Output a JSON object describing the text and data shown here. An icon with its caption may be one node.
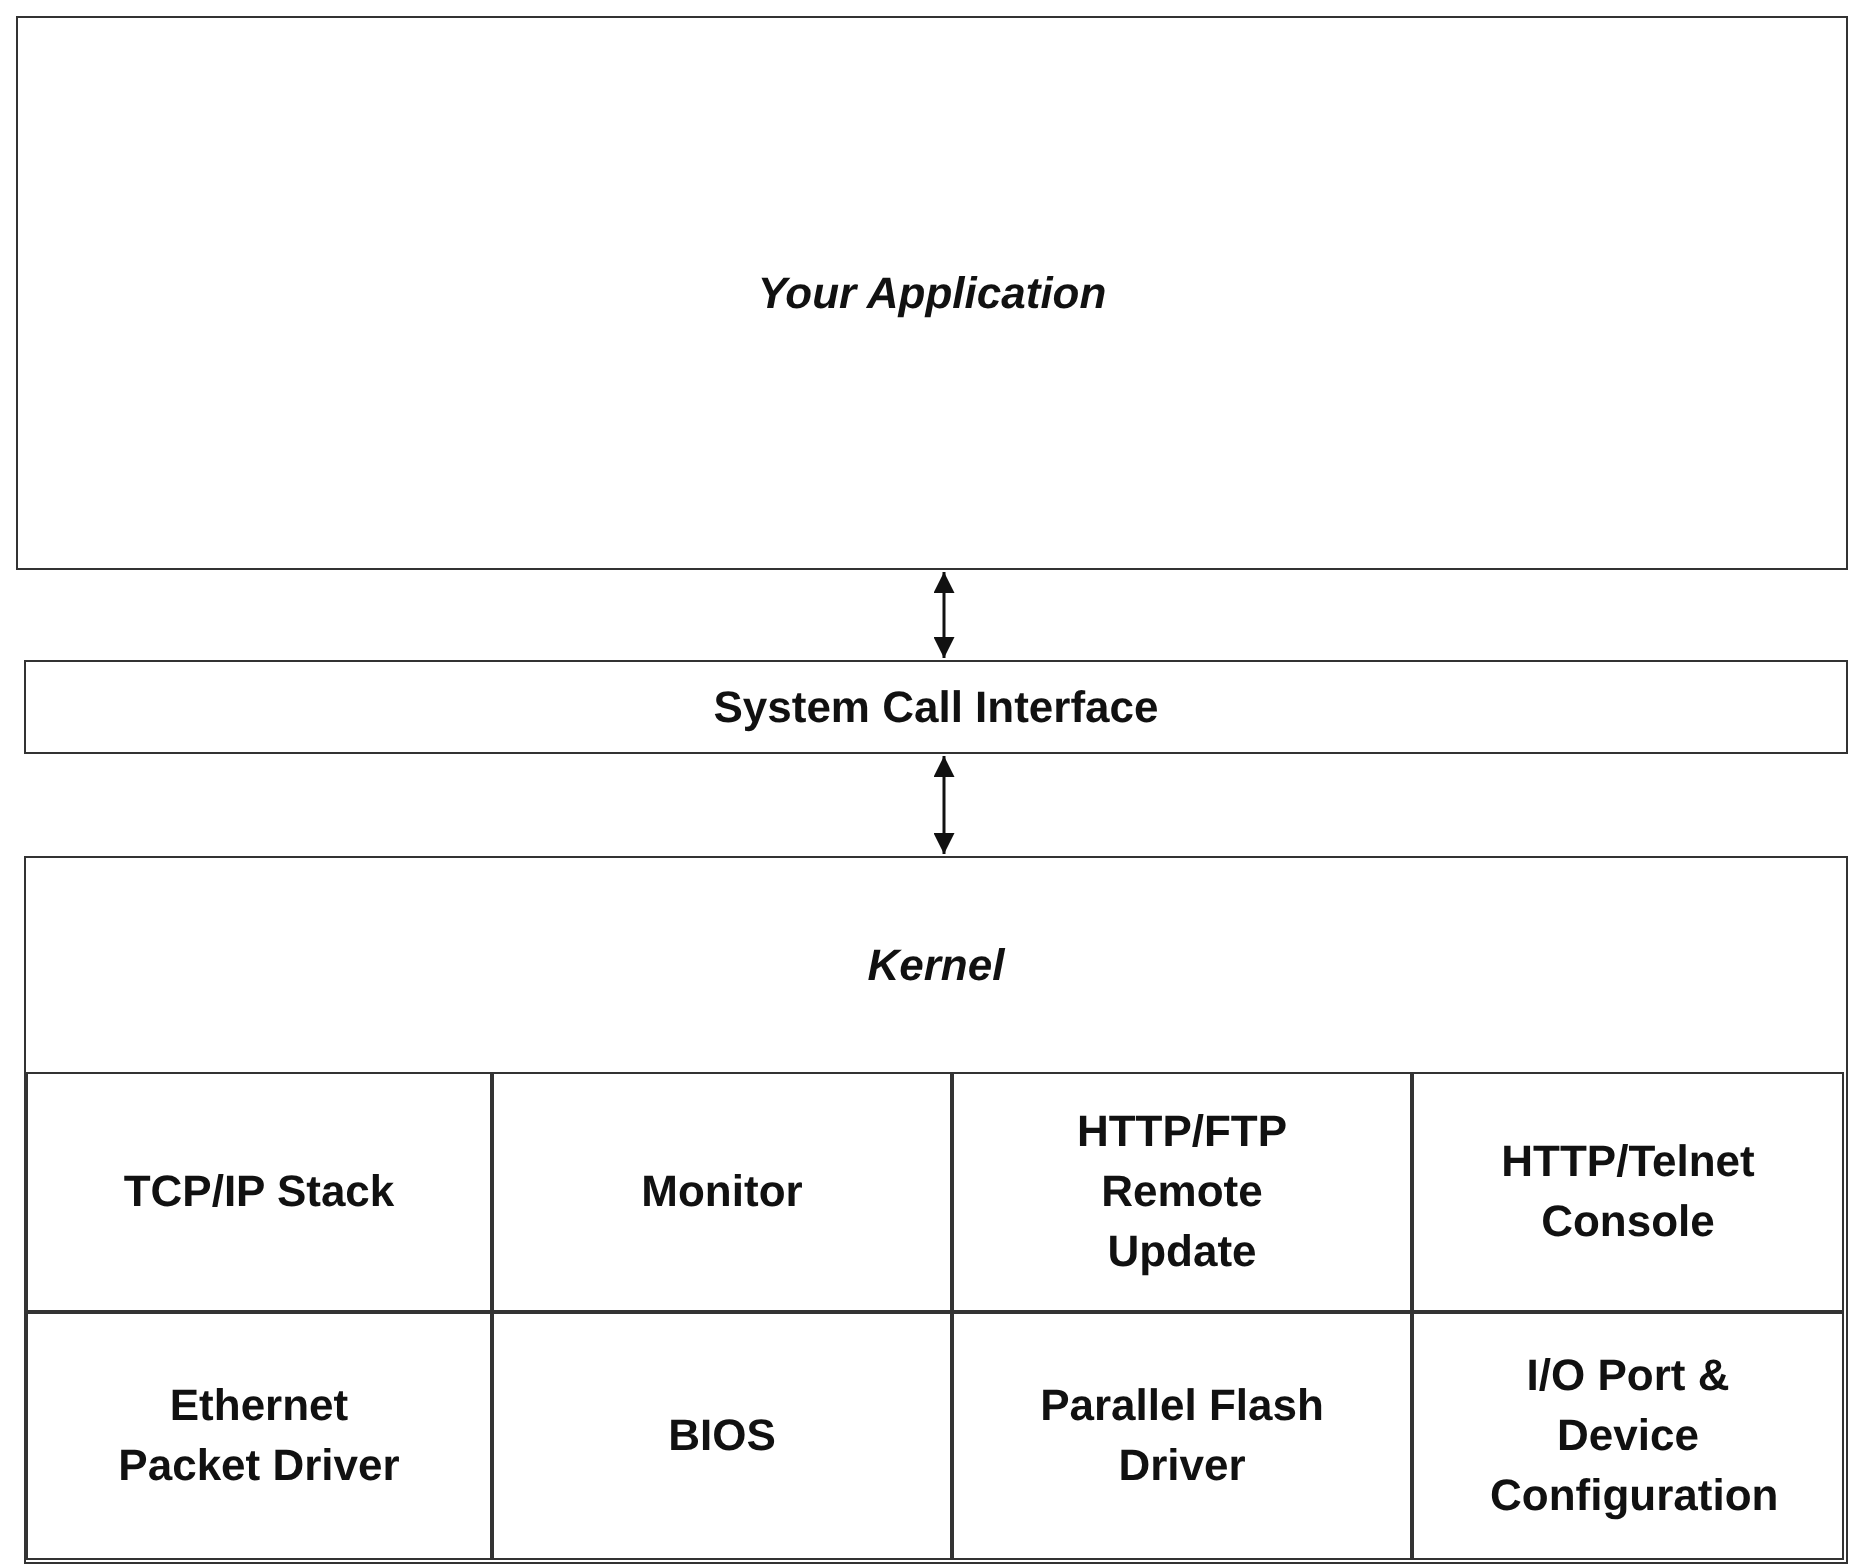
{
  "diagram": {
    "nodes": [
      {
        "text": [
          "Your Application"
        ]
      },
      {
        "text": [
          "System Call Interface"
        ]
      },
      {
        "text": [
          "Kernel"
        ]
      },
      {
        "text": [
          "TCP/IP Stack"
        ],
        "in": 2
      },
      {
        "text": [
          "Monitor"
        ],
        "in": 2
      },
      {
        "text": [
          "HTTP/FTP Remote Update"
        ],
        "in": 2
      },
      {
        "text": [
          "HTTP/Telnet Console"
        ],
        "in": 2
      },
      {
        "text": [
          "Ethernet Packet Driver"
        ],
        "in": 2
      },
      {
        "text": [
          "BIOS"
        ],
        "in": 2
      },
      {
        "text": [
          "Parallel Flash Driver"
        ],
        "in": 2
      },
      {
        "text": [
          "I/O Port & Device Configuration"
        ],
        "in": 2
      }
    ],
    "edges": [
      {
        "from": 0,
        "to": 1,
        "arrow": "both"
      },
      {
        "from": 1,
        "to": 2,
        "arrow": "both"
      }
    ]
  }
}
